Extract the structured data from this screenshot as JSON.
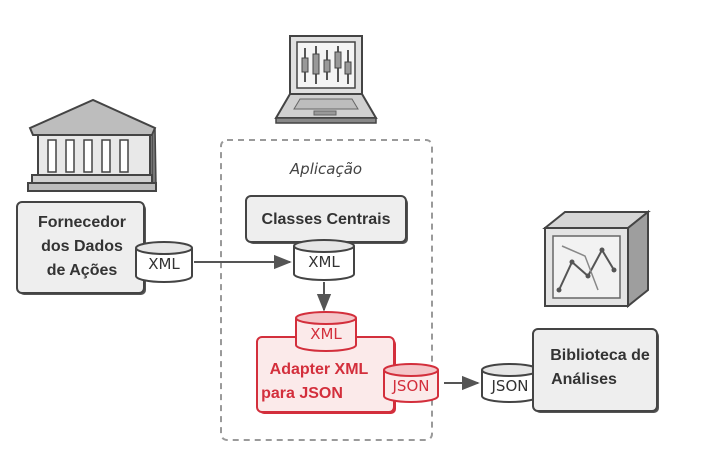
{
  "application": {
    "label": "Aplicação"
  },
  "provider": {
    "line1": "Fornecedor",
    "line2": "dos Dados",
    "line3": "de Ações",
    "format": "XML"
  },
  "core": {
    "label": "Classes Centrais",
    "format": "XML"
  },
  "adapter": {
    "line1": "Adapter XML",
    "line2": "para JSON",
    "input_format": "XML",
    "output_format": "JSON"
  },
  "library": {
    "line1": "Biblioteca de",
    "line2": "Análises",
    "format": "JSON"
  },
  "colors": {
    "accent": "#d32f3c",
    "accent_fill": "#fbeaea",
    "box_fill": "#eeeeee",
    "stroke": "#444444",
    "dashed": "#999999"
  },
  "icons": [
    "bank-building-icon",
    "laptop-chart-icon",
    "box-chart-icon",
    "arrow-icon",
    "database-icon"
  ]
}
